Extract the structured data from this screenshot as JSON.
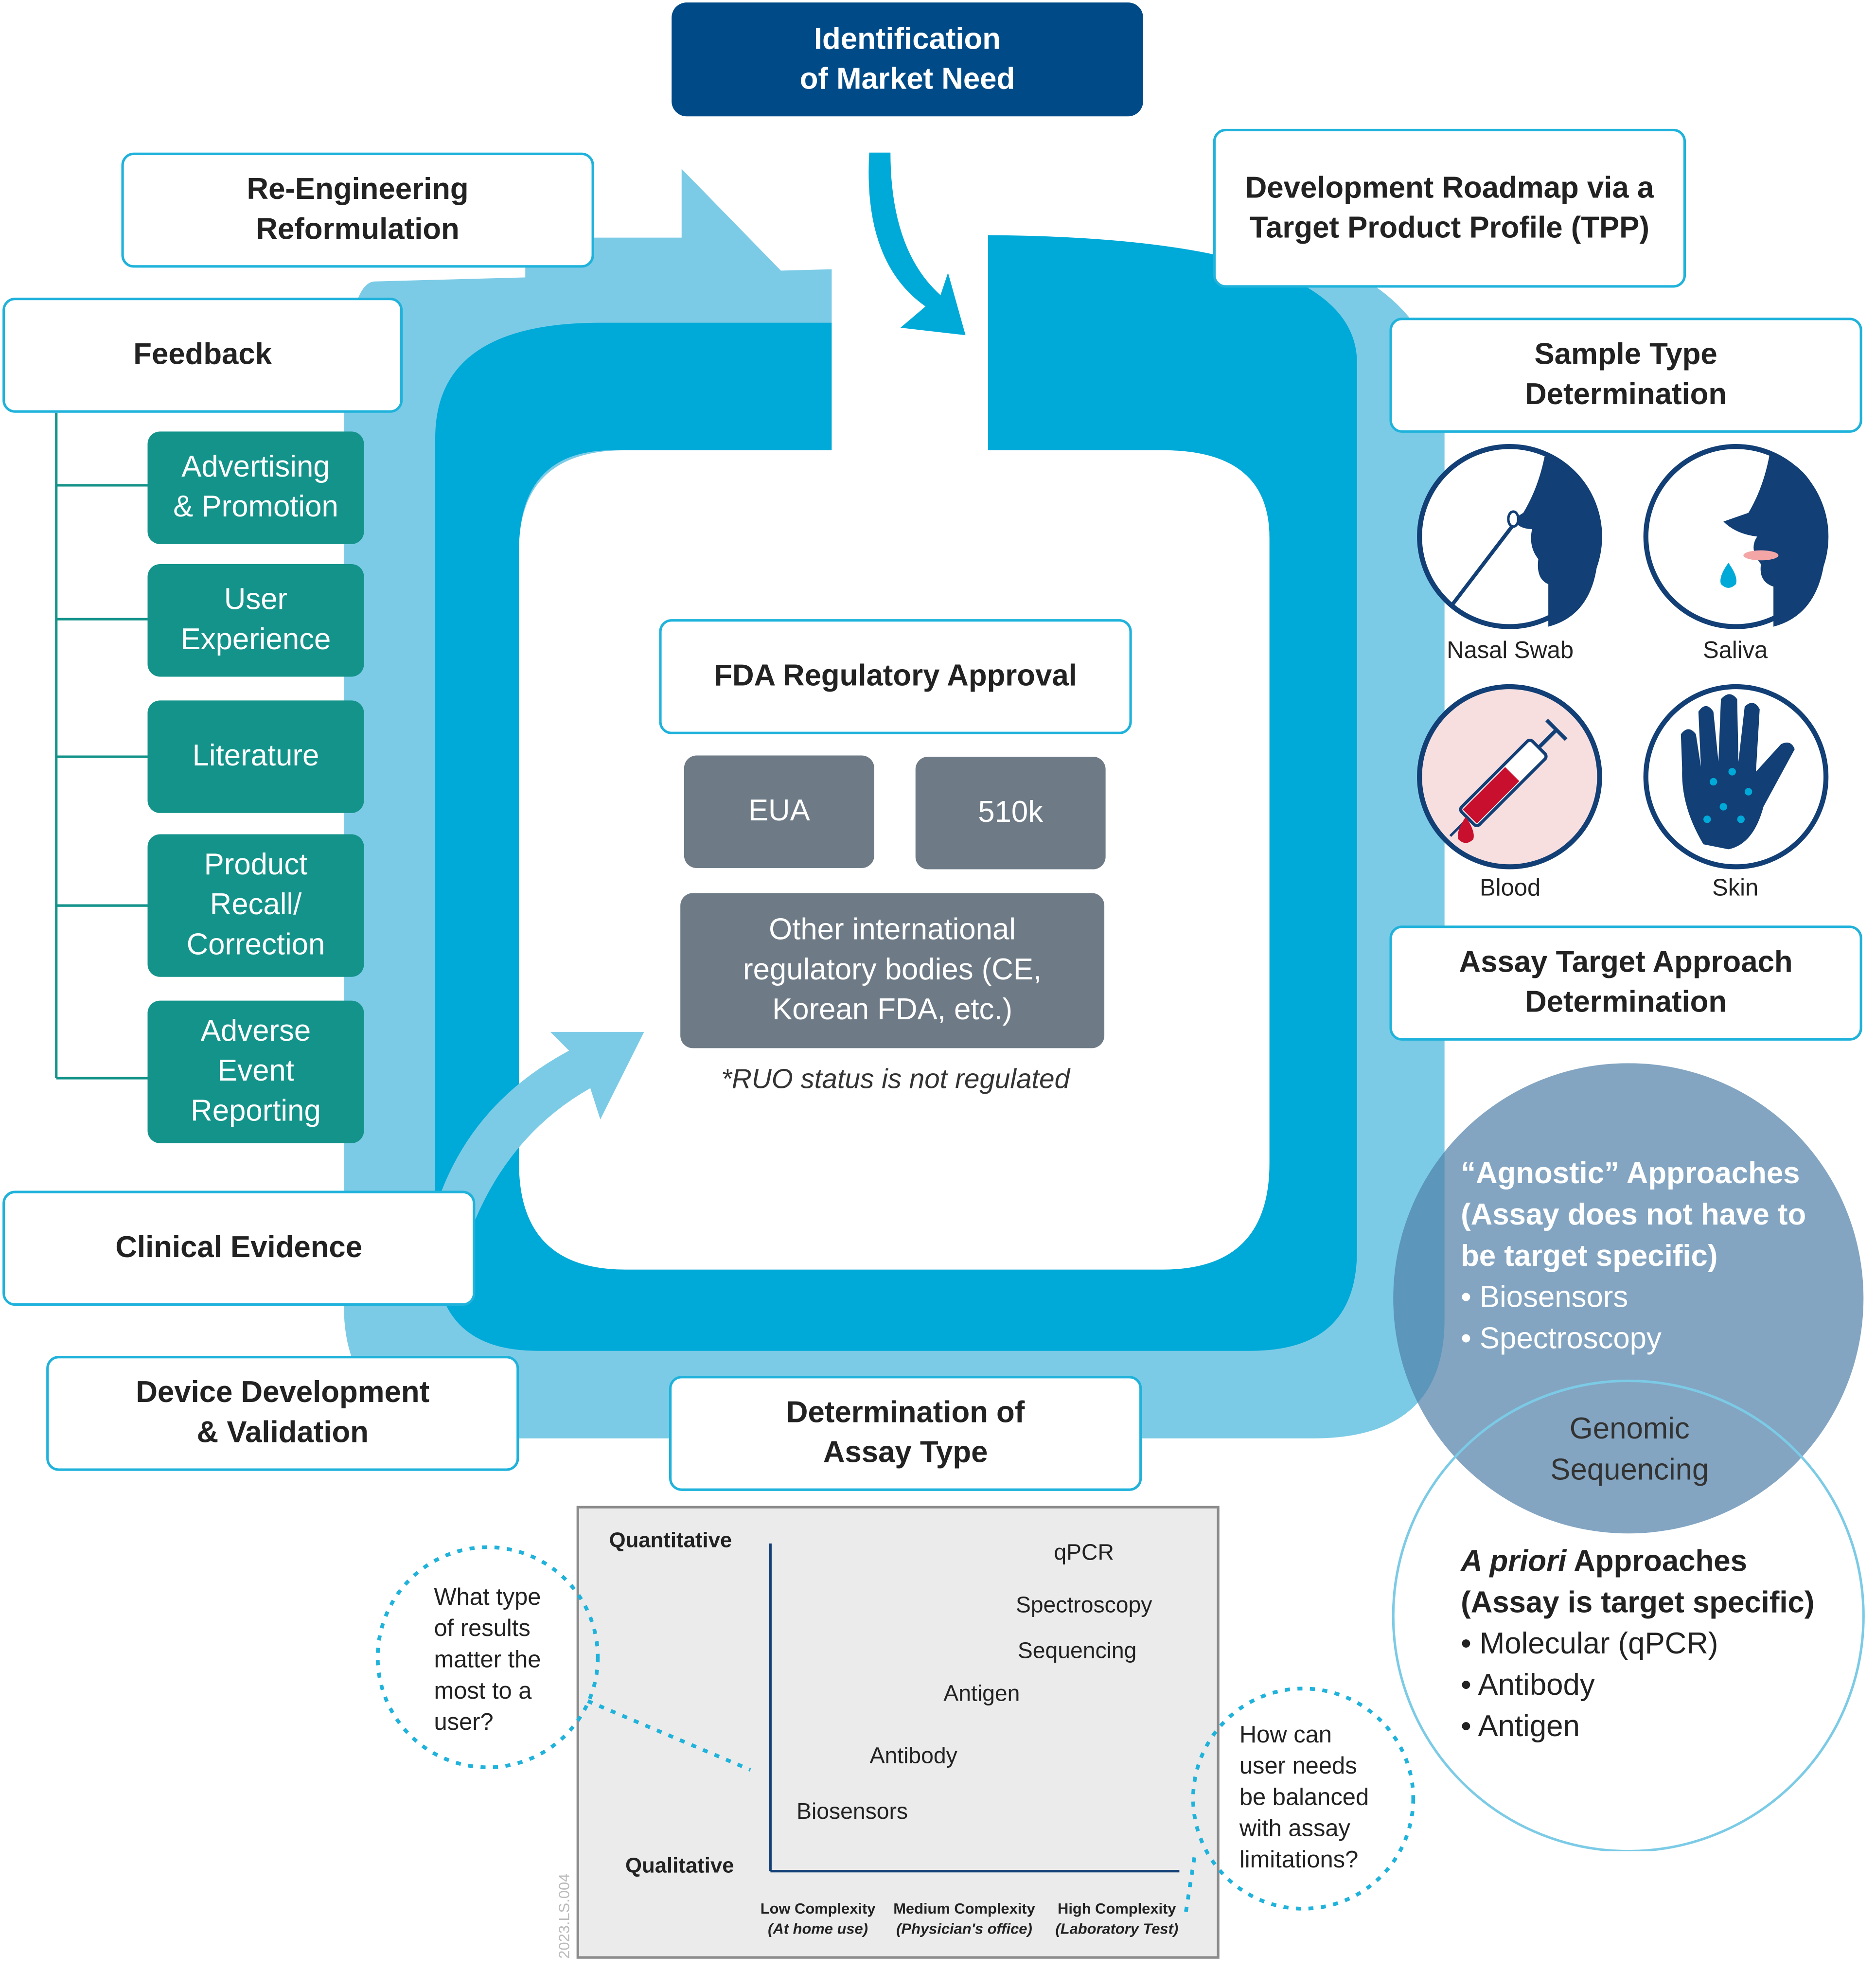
{
  "cycle": {
    "top": "Identification\nof Market Need",
    "roadmap": "Development Roadmap via a\nTarget Product Profile (TPP)",
    "sample_type": "Sample Type\nDetermination",
    "assay_target": "Assay Target Approach\nDetermination",
    "assay_type": "Determination of\nAssay Type",
    "device": "Device Development\n& Validation",
    "clinical": "Clinical Evidence",
    "feedback": "Feedback",
    "reengineering": "Re-Engineering\nReformulation"
  },
  "feedback_items": [
    "Advertising\n& Promotion",
    "User\nExperience",
    "Literature",
    "Product\nRecall/\nCorrection",
    "Adverse\nEvent\nReporting"
  ],
  "samples": [
    {
      "label": "Nasal Swab",
      "icon": "nasal-swab-icon"
    },
    {
      "label": "Saliva",
      "icon": "saliva-icon"
    },
    {
      "label": "Blood",
      "icon": "blood-syringe-icon"
    },
    {
      "label": "Skin",
      "icon": "hand-skin-icon"
    }
  ],
  "fda": {
    "title": "FDA Regulatory Approval",
    "eua": "EUA",
    "k510": "510k",
    "other": "Other international\nregulatory bodies (CE,\nKorean FDA, etc.)",
    "note": "*RUO status is not regulated"
  },
  "venn": {
    "agnostic_title": "“Agnostic” Approaches\n(Assay does not have to\nbe target specific)",
    "agnostic_items": [
      "Biosensors",
      "Spectroscopy"
    ],
    "overlap": "Genomic\nSequencing",
    "apriori_title_italic": "A priori",
    "apriori_title_rest": " Approaches",
    "apriori_sub": "(Assay is target specific)",
    "apriori_items": [
      "Molecular (qPCR)",
      "Antibody",
      "Antigen"
    ]
  },
  "bubbles": {
    "left": "What type\nof results\nmatter the\nmost to a\nuser?",
    "right": "How can\nuser needs\nbe balanced\nwith assay\nlimitations?"
  },
  "watermark": "2023.LS.004",
  "chart_data": {
    "type": "scatter",
    "ylabel_top": "Quantitative",
    "ylabel_bottom": "Qualitative",
    "x_categories": [
      {
        "label": "Low Complexity",
        "sub": "(At home use)"
      },
      {
        "label": "Medium Complexity",
        "sub": "(Physician's office)"
      },
      {
        "label": "High Complexity",
        "sub": "(Laboratory Test)"
      }
    ],
    "points": [
      {
        "label": "qPCR",
        "x": 2.3,
        "y": 0.95
      },
      {
        "label": "Spectroscopy",
        "x": 2.3,
        "y": 0.79
      },
      {
        "label": "Sequencing",
        "x": 2.25,
        "y": 0.65
      },
      {
        "label": "Antigen",
        "x": 1.55,
        "y": 0.52
      },
      {
        "label": "Antibody",
        "x": 1.05,
        "y": 0.33
      },
      {
        "label": "Biosensors",
        "x": 0.6,
        "y": 0.16
      }
    ],
    "colors": {
      "cycle_outer": "#7ccbe6",
      "cycle_inner": "#00aad8",
      "navy": "#004b87",
      "teal": "#13938a",
      "gray": "#6e7b86"
    }
  }
}
